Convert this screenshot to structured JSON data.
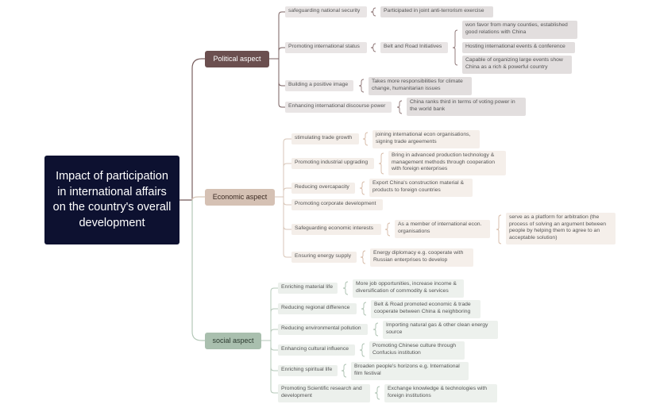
{
  "root": {
    "title": "Impact of participation in international affairs on the country's overall development"
  },
  "political": {
    "label": "Political aspect",
    "items": [
      {
        "label": "safeguarding national security",
        "detail": "Participated in joint anti-terrorism exercise"
      },
      {
        "label": "Promoting international status",
        "sub": "Belt and Road Initiatives",
        "details": [
          "won favor from many counties, established good relations with China",
          "Hosting international events & conference",
          "Capable of organizing large events show China as a rich & powerful country"
        ]
      },
      {
        "label": "Building a positive image",
        "detail": "Takes more responsibilities for climate change, humanitarian issues"
      },
      {
        "label": "Enhancing international discourse power",
        "detail": "China ranks third in terms of voting power in the world bank"
      }
    ]
  },
  "economic": {
    "label": "Economic aspect",
    "items": [
      {
        "label": "stimulating trade growth",
        "detail": "joining international econ organisations, signing trade argeements"
      },
      {
        "label": "Promoting industrial upgrading",
        "detail": "Bring in advanced production technology & management methods through cooperation with foreign enterprises"
      },
      {
        "label": "Reducing overcapacity",
        "detail": "Export China's construction material & products to foreign countries"
      },
      {
        "label": "Promoting corporate development"
      },
      {
        "label": "Safeguarding economic interests",
        "sub": "As a member of international econ. organisations",
        "detail": "serve as a platform for  arbitration (the process of solving an argument between people by helping them to agree to an acceptable solution)"
      },
      {
        "label": "Ensuring energy supply",
        "detail": "Energy diplomacy e.g. cooperate with Russian enterprises to develop"
      }
    ]
  },
  "social": {
    "label": "social aspect",
    "items": [
      {
        "label": "Enriching material life",
        "detail": "More job opportunities, increase income & diversification of commodity & services"
      },
      {
        "label": "Reducing regional difference",
        "detail": "Belt & Road promoted economic & trade cooperate between China & neighboring"
      },
      {
        "label": "Reducing environmental pollution",
        "detail": "Importing natural gas & other clean energy source"
      },
      {
        "label": "Enhancing cultural influence",
        "detail": "Promoting Chinese culture through Confucius institution"
      },
      {
        "label": "Enriching spiritual life",
        "detail": "Broaden people's horizons e.g. International film festival"
      },
      {
        "label": "Promoting Scientific research and development",
        "detail": "Exchange knowledge & technologies with foreign institutions"
      }
    ]
  },
  "colors": {
    "root": "#0d1130",
    "political": "#6b4f4f",
    "economic": "#d5c1b4",
    "social": "#a9bfae",
    "political_line": "#7a6060",
    "economic_line": "#d8c6b8",
    "social_line": "#b4c8b8"
  }
}
